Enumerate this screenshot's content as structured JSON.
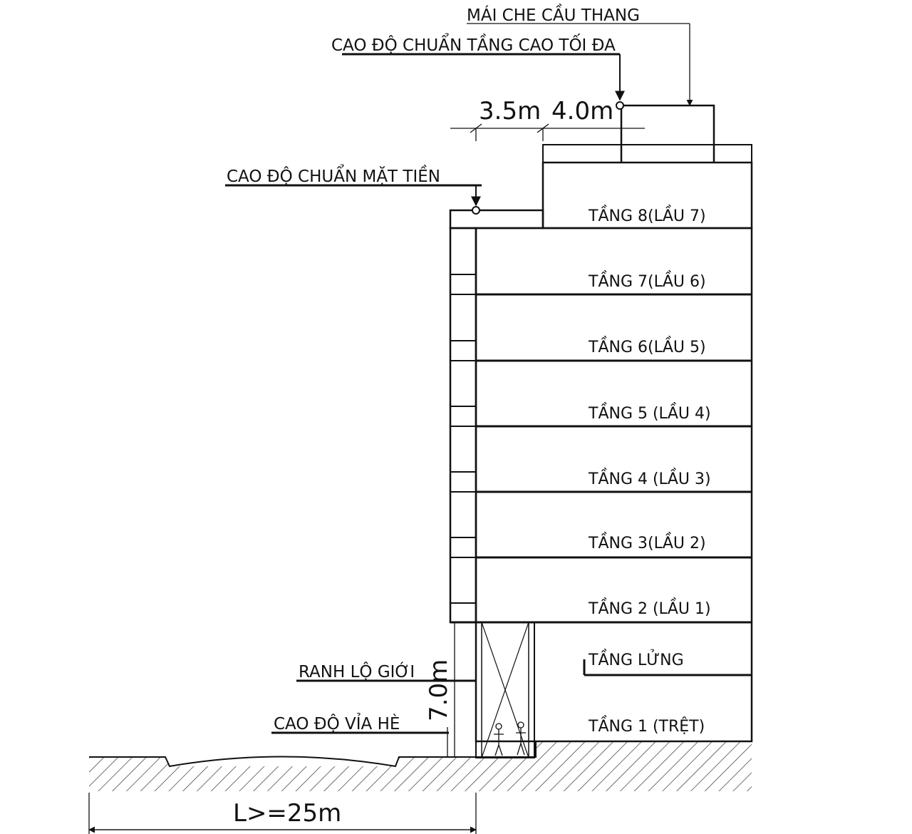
{
  "annotations": {
    "stair_roof": "MÁI CHE CẦU THANG",
    "max_height_datum": "CAO ĐỘ CHUẨN TẦNG CAO TỐI ĐA",
    "facade_datum": "CAO ĐỘ CHUẨN MẶT TIỀN",
    "boundary_line": "RANH LỘ GIỚI",
    "sidewalk_level": "CAO ĐỘ VỈA HÈ"
  },
  "dimensions": {
    "setback_1": "3.5m",
    "setback_2": "4.0m",
    "arcade_height": "7.0m",
    "road_width": "L>=25m"
  },
  "floors": [
    "TẦNG 8(LẦU 7)",
    "TẦNG 7(LẦU 6)",
    "TẦNG 6(LẦU 5)",
    "TẦNG 5 (LẦU 4)",
    "TẦNG 4 (LẦU 3)",
    "TẦNG 3(LẦU 2)",
    "TẦNG 2 (LẦU 1)",
    "TẦNG LỬNG",
    "TẦNG 1 (TRỆT)"
  ],
  "colors": {
    "line": "#111111",
    "background": "#ffffff"
  }
}
